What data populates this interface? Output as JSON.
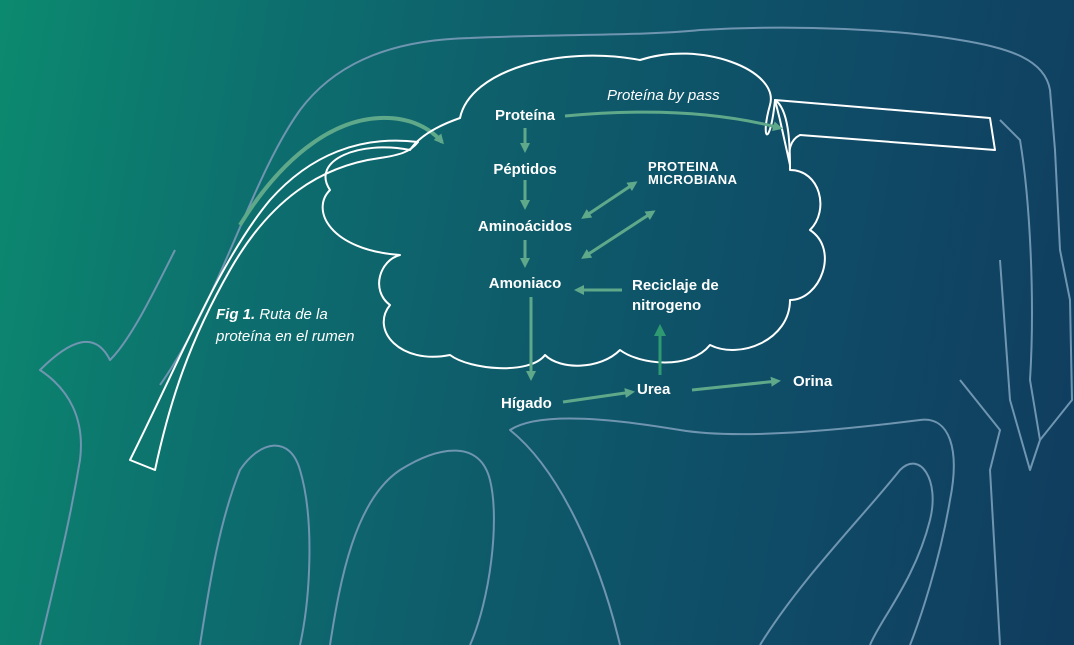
{
  "colors": {
    "outline": "#6f95b0",
    "rumen": "#ffffff",
    "arrow": "#5fa98a",
    "arrow_up": "#2f9a72"
  },
  "diagram": {
    "nodes": {
      "proteina": "Proteína",
      "peptidos": "Péptidos",
      "aminoacidos": "Aminoácidos",
      "amoniaco": "Amoniaco",
      "proteina_microbiana_1": "PROTEINA",
      "proteina_microbiana_2": "MICROBIANA",
      "reciclaje_1": "Reciclaje de",
      "reciclaje_2": "nitrogeno",
      "higado": "Hígado",
      "urea": "Urea",
      "orina": "Orina"
    },
    "edge_label_bypass": "Proteína by pass",
    "caption": {
      "bold": "Fig 1.",
      "line1_rest": " Ruta de la",
      "line2": "proteína en el rumen"
    }
  }
}
